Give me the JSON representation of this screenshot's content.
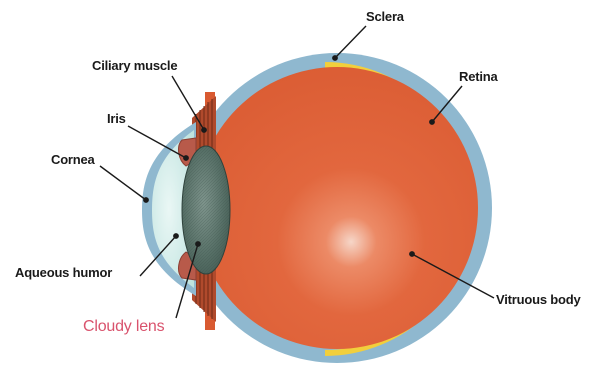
{
  "labels": {
    "sclera": "Sclera",
    "ciliary_muscle": "Ciliary muscle",
    "retina": "Retina",
    "iris": "Iris",
    "cornea": "Cornea",
    "aqueous_humor": "Aqueous humor",
    "vitreous_body": "Vitruous body",
    "cloudy_lens": "Cloudy lens"
  },
  "colors": {
    "sclera": "#8fb8cf",
    "vitreous": "#e0643c",
    "retina": "#f2cf3c",
    "cornea": "#cfece9",
    "lens": "#4f6a62",
    "iris": "#b85a4a",
    "ciliary": "#b04a2c",
    "accent_label": "#d9536d"
  }
}
